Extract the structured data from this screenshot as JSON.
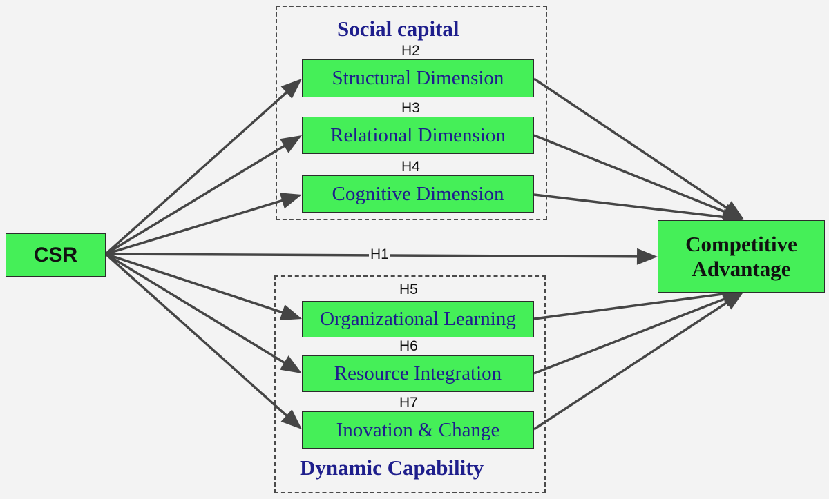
{
  "groups": {
    "social": {
      "title": "Social capital"
    },
    "dynamic": {
      "title": "Dynamic Capability"
    }
  },
  "nodes": {
    "csr": "CSR",
    "competitive_line1": "Competitive",
    "competitive_line2": "Advantage",
    "structural": "Structural Dimension",
    "relational": "Relational Dimension",
    "cognitive": "Cognitive Dimension",
    "organizational": "Organizational Learning",
    "resource": "Resource Integration",
    "inovation": "Inovation & Change"
  },
  "hypotheses": {
    "h1": "H1",
    "h2": "H2",
    "h3": "H3",
    "h4": "H4",
    "h5": "H5",
    "h6": "H6",
    "h7": "H7"
  },
  "colors": {
    "node_fill": "#45ef58",
    "group_text": "#1e1e8c",
    "arrow": "#454545",
    "background": "#f3f3f3"
  }
}
